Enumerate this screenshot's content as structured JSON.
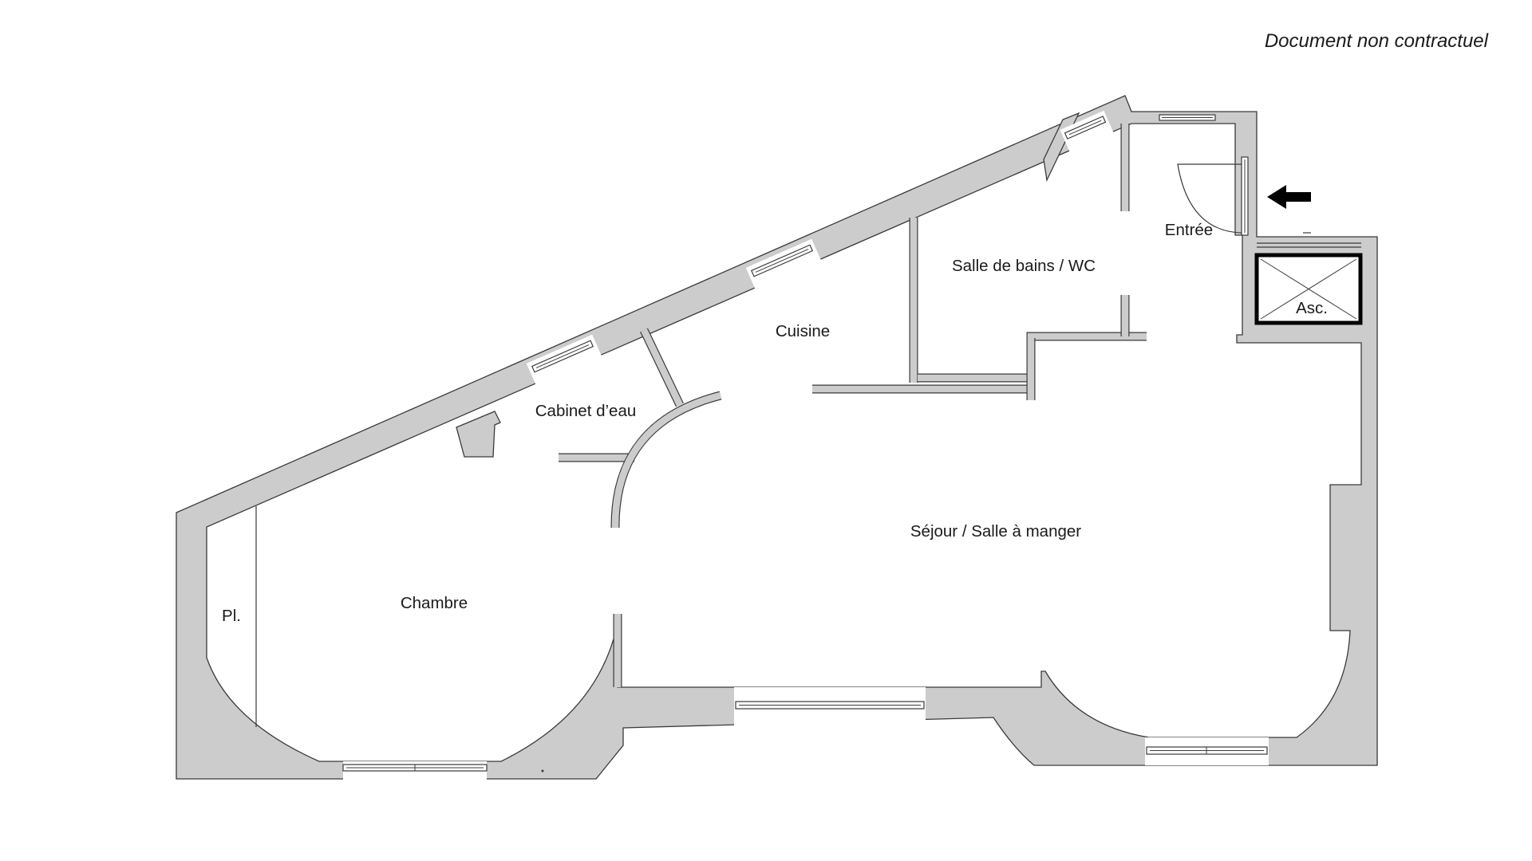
{
  "disclaimer": "Document non contractuel",
  "rooms": {
    "entree": "Entrée",
    "salle_de_bains_wc": "Salle de bains / WC",
    "cuisine": "Cuisine",
    "cabinet_d_eau": "Cabinet d’eau",
    "sejour_salle_a_manger": "Séjour / Salle à manger",
    "chambre": "Chambre",
    "placard": "Pl.",
    "ascenseur": "Asc."
  },
  "colors": {
    "wall_fill": "#cccccc",
    "outline": "#3a3a3a",
    "background": "#ffffff",
    "elevator_frame": "#000000"
  },
  "icons": {
    "entrance_arrow": "arrow-left-icon",
    "elevator": "elevator-cross-icon",
    "door_swing": "door-swing-icon"
  }
}
